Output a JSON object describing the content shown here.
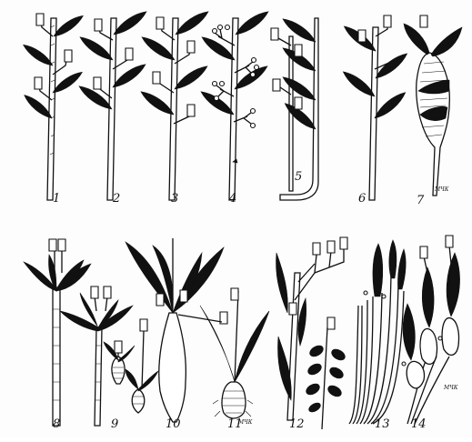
{
  "figure": {
    "panel_labels": [
      "1",
      "2",
      "3",
      "4",
      "5",
      "6",
      "7",
      "8",
      "9",
      "10",
      "11",
      "12",
      "13",
      "14"
    ],
    "signatures": [
      "МЧК",
      "МЧК",
      "МЧК"
    ]
  },
  "colors": {
    "ink": "#111111",
    "paper": "#fdfdfd"
  }
}
